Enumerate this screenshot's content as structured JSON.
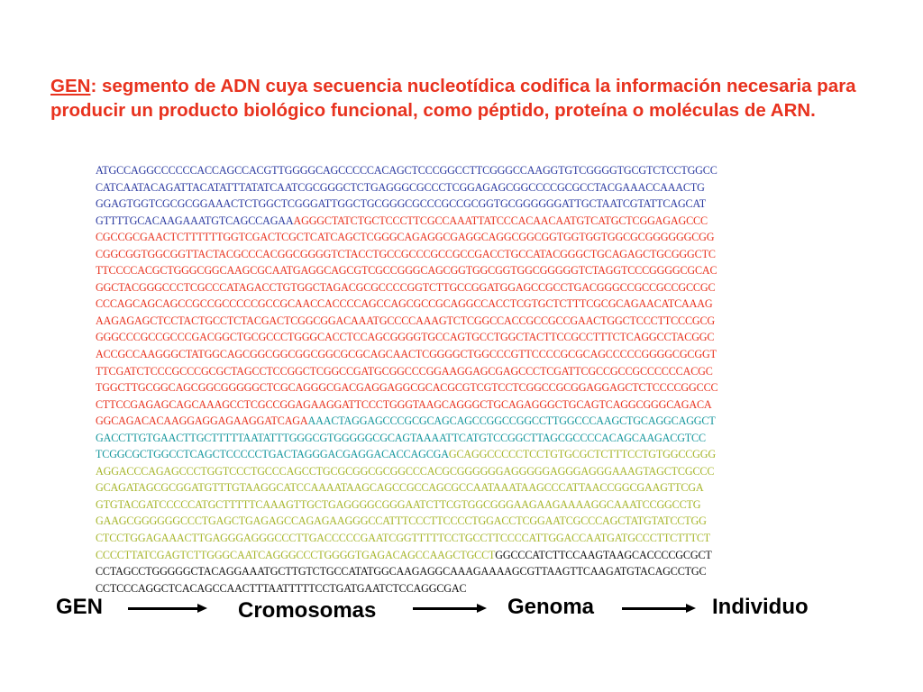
{
  "definition": {
    "term": "GEN",
    "text": ": segmento de ADN cuya secuencia nucleotídica codifica la información necesaria para producir un producto biológico funcional, como péptido, proteína o moléculas de ARN."
  },
  "colors": {
    "definition": "#e8321e",
    "seq_blue": "#2b3aa0",
    "seq_red": "#e8321e",
    "seq_teal": "#14969c",
    "seq_yellowgreen": "#a6b52a",
    "seq_black": "#111111"
  },
  "sequence": [
    [
      {
        "c": "seq_blue",
        "t": "ATGCCAGGCCCCCCACCAGCCACGTTGGGGCAGCCCCCACAGCTCCCGGCCTTCGGGCCAAGGTGTCGGGGTGCGTCTCCTGGCC"
      }
    ],
    [
      {
        "c": "seq_blue",
        "t": "CATCAATACAGATTACATATTTATATCAATCGCGGGCTCTGAGGGCGCCCTCGGAGAGCGGCCCCGCGCCTACGAAACCAAACTG"
      }
    ],
    [
      {
        "c": "seq_blue",
        "t": "GGAGTGGTCGCGCGGAAACTCTGGCTCGGGATTGGCTGCGGGCGCCCGCCGCGGTGCGGGGGGATTGCTAATCGTATTCAGCAT"
      }
    ],
    [
      {
        "c": "seq_blue",
        "t": "GTTTTGCACAAGAAATGTCAGCCAGAA"
      },
      {
        "c": "seq_red",
        "t": "AGGGCTATCTGCTCCCTTCGCCAAATTATCCCACAACAATGTCATGCTCGGAGAGCCC"
      }
    ],
    [
      {
        "c": "seq_red",
        "t": "CGCCGCGAACTCTTTTTTGGTCGACTCGCTCATCAGCTCGGGCAGAGGCGAGGCAGGCGGCGGTGGTGGTGGCGCGGGGGGCGG"
      }
    ],
    [
      {
        "c": "seq_red",
        "t": "CGGCGGTGGCGGTTACTACGCCCACGGCGGGGTCTACCTGCCGCCCGCCGCCGACCTGCCATACGGGCTGCAGAGCTGCGGGCTC"
      }
    ],
    [
      {
        "c": "seq_red",
        "t": "TTCCCCACGCTGGGCGGCAAGCGCAATGAGGCAGCGTCGCCGGGCAGCGGTGGCGGTGGCGGGGGTCTAGGTCCCGGGGCGCAC"
      }
    ],
    [
      {
        "c": "seq_red",
        "t": "GGCTACGGGCCCTCGCCCATAGACCTGTGGCTAGACGCGCCCCGGTCTTGCCGGATGGAGCCGCCTGACGGGCCGCCGCCGCCGC"
      }
    ],
    [
      {
        "c": "seq_red",
        "t": "CCCAGCAGCAGCCGCCGCCCCCGCCGCAACCACCCCAGCCAGCGCCGCAGGCCACCTCGTGCTCTTTCGCGCAGAACATCAAAG"
      }
    ],
    [
      {
        "c": "seq_red",
        "t": "AAGAGAGCTCCTACTGCCTCTACGACTCGGCGGACAAATGCCCCAAAGTCTCGGCCACCGCCGCCGAACTGGCTCCCTTCCCGCG"
      }
    ],
    [
      {
        "c": "seq_red",
        "t": "GGGCCCGCCGCCCGACGGCTGCGCCCTGGGCACCTCCAGCGGGGTGCCAGTGCCTGGCTACTTCCGCCTTTCTCAGGCCTACGGC"
      }
    ],
    [
      {
        "c": "seq_red",
        "t": "ACCGCCAAGGGCTATGGCAGCGGCGGCGGCGGCGCGCAGCAACTCGGGGCTGGCCCGTTCCCCGCGCAGCCCCCGGGGCGCGGT"
      }
    ],
    [
      {
        "c": "seq_red",
        "t": "TTCGATCTCCCGCCCGCGCTAGCCTCCGGCTCGGCCGATGCGGCCCGGAAGGAGCGAGCCCTCGATTCGCCGCCGCCCCCCACGC"
      }
    ],
    [
      {
        "c": "seq_red",
        "t": "TGGCTTGCGGCAGCGGCGGGGGCTCGCAGGGCGACGAGGAGGCGCACGCGTCGTCCTCGGCCGCGGAGGAGCTCTCCCCGGCCC"
      }
    ],
    [
      {
        "c": "seq_red",
        "t": "CTTCCGAGAGCAGCAAAGCCTCGCCGGAGAAGGATTCCCTGGGTAAGCAGGGCTGCAGAGGGCTGCAGTCAGGCGGGCAGACA"
      }
    ],
    [
      {
        "c": "seq_red",
        "t": "GGCAGACACAAGGAGGAGAAGGATCAGA"
      },
      {
        "c": "seq_teal",
        "t": "AAACTAGGAGCCCGCGCAGCAGCCGGCCGGCCTTGGCCCAAGCTGCAGGCAGGCT"
      }
    ],
    [
      {
        "c": "seq_teal",
        "t": "GACCTTGTGAACTTGCTTTTTAATATTTGGGCGTGGGGGCGCAGTAAAATTCATGTCCGGCTTAGCGCCCCACAGCAAGACGTCC"
      }
    ],
    [
      {
        "c": "seq_teal",
        "t": "TCGGCGCTGGCCTCAGCTCCCCCTGACTAGGGACGAGGACACCAGCGA"
      },
      {
        "c": "seq_yellowgreen",
        "t": "GCAGGCCCCCTCCTGTGCGCTCTTTCCTGTGGCCGGG"
      }
    ],
    [
      {
        "c": "seq_yellowgreen",
        "t": "AGGACCCAGAGCCCTGGTCCCTGCCCAGCCTGCGCGGCGCGGCCCACGCGGGGGGAGGGGGAGGGAGGGAAAGTAGCTCGCCC"
      }
    ],
    [
      {
        "c": "seq_yellowgreen",
        "t": "GCAGATAGCGCGGATGTTTGTAAGGCATCCAAAATAAGCAGCCGCCAGCGCCAATAAATAAGCCCATTAACCGGCGAAGTTCGA"
      }
    ],
    [
      {
        "c": "seq_yellowgreen",
        "t": "GTGTACGATCCCCCATGCTTTTTCAAAGTTGCTGAGGGGCGGGAATCTTCGTGGCGGGAAGAAGAAAAGGCAAATCCGGCCTG"
      }
    ],
    [
      {
        "c": "seq_yellowgreen",
        "t": "GAAGCGGGGGGCCCTGAGCTGAGAGCCAGAGAAGGGCCATTTCCCTTCCCCTGGACCTCGGAATCGCCCAGCTATGTATCCTGG"
      }
    ],
    [
      {
        "c": "seq_yellowgreen",
        "t": "CTCCTGGAGAAACTTGAGGGAGGGCCCTTGACCCCCGAATCGGTTTTTCCTGCCTTCCCCATTGGACCAATGATGCCCTTCTTTCT"
      }
    ],
    [
      {
        "c": "seq_yellowgreen",
        "t": "CCCCTTATCGAGTCTTGGGCAATCAGGGCCCTGGGGTGAGACAGCCAAGCTGCCT"
      },
      {
        "c": "seq_black",
        "t": "GGCCCATCTTCCAAGTAAGCACCCCGCGCT"
      }
    ],
    [
      {
        "c": "seq_black",
        "t": "CCTAGCCTGGGGGCTACAGGAAATGCTTGTCTGCCATATGGCAAGAGGCAAAGAAAAGCGTTAAGTTCAAGATGTACAGCCTGC"
      }
    ],
    [
      {
        "c": "seq_black",
        "t": "CCTCCCAGGCTCACAGCCAACTTTAATTTTTCCTGATGAATCTCCAGGCGAC"
      }
    ]
  ],
  "flow": {
    "gen": "GEN",
    "cromosomas": "Cromosomas",
    "genoma": "Genoma",
    "individuo": "Individuo"
  }
}
